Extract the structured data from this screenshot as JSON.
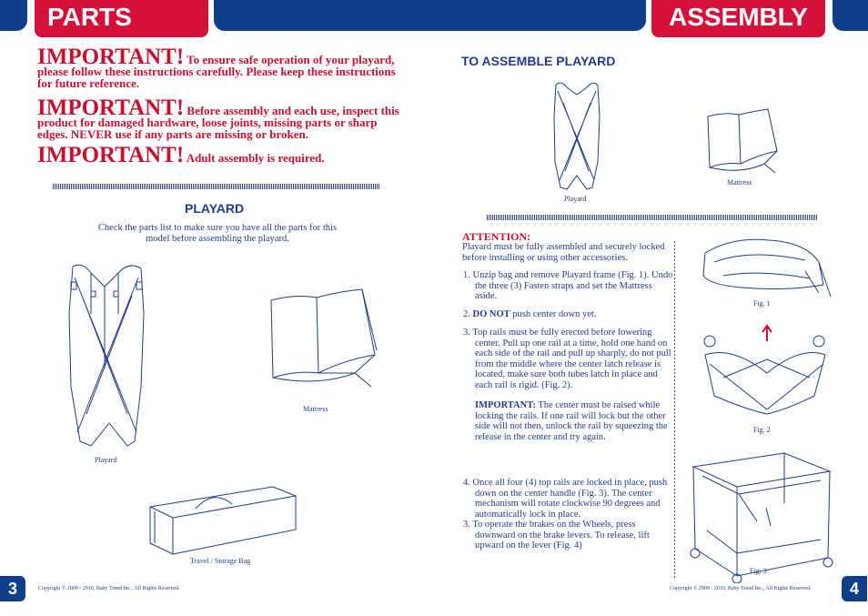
{
  "header": {
    "left_tab": "PARTS",
    "right_tab": "ASSEMBLY"
  },
  "important": [
    {
      "big": "IMPORTANT!",
      "text": " To ensure safe operation of your playard, please follow these instructions carefully. Please keep these instructions for future reference."
    },
    {
      "big": "IMPORTANT!",
      "text": " Before assembly and each use, inspect this product for damaged hardware, loose joints, missing parts or sharp edges. NEVER use if any parts are missing or broken."
    },
    {
      "big": "IMPORTANT!",
      "text": " Adult assembly is required."
    }
  ],
  "parts": {
    "heading": "PLAYARD",
    "intro": "Check the parts list to make sure you have all the parts for this model before assembling the playard.",
    "captions": {
      "playard": "Playard",
      "mattress": "Mattress",
      "bag": "Travel / Storage Bag"
    }
  },
  "assembly": {
    "heading": "TO ASSEMBLE PLAYARD",
    "captions": {
      "playard": "Playard",
      "mattress": "Mattress",
      "fig1": "Fig. 1",
      "fig2": "Fig. 2",
      "fig3": "Fig. 3"
    },
    "attention_title": "ATTENTION:",
    "attention_body": "Playard must be fully assembled and securely locked before installing or using other accessories.",
    "step1": "1. Unzip bag and remove Playard frame (Fig. 1). Undo the three (3) Fasten straps and set the Mattress aside.",
    "step2_num": "2. ",
    "step2_bold": "DO NOT",
    "step2_rest": " push center down yet.",
    "step3": "3. Top rails must be fully erected before lowering center. Pull up one rail at a time, hold one hand on each side of the rail and pull up sharply, do not pull from the middle where the center latch release is located, make sure both tubes latch in place and each rail is rigid. (Fig. 2).",
    "important_label": "IMPORTANT:",
    "important_text": "  The center must be raised while locking the rails. If one rail will lock but the other side will not then, unlock the rail by squeezing the release in the center and try again.",
    "step4": "4. Once all four (4) top rails are locked in place, push down on the center handle (Fig. 3). The center mechanism will rotate clockwise 90 degrees and automatically lock in place.",
    "step4b": "3. To operate the brakes on the Wheels, press downward on the brake levers. To release, lift upward on the lever (Fig. 4)"
  },
  "footer": {
    "left_page": "3",
    "right_page": "4",
    "copyright": "Copyright © 2009 - 2010, Baby Trend Inc., All Rights Reserved."
  }
}
